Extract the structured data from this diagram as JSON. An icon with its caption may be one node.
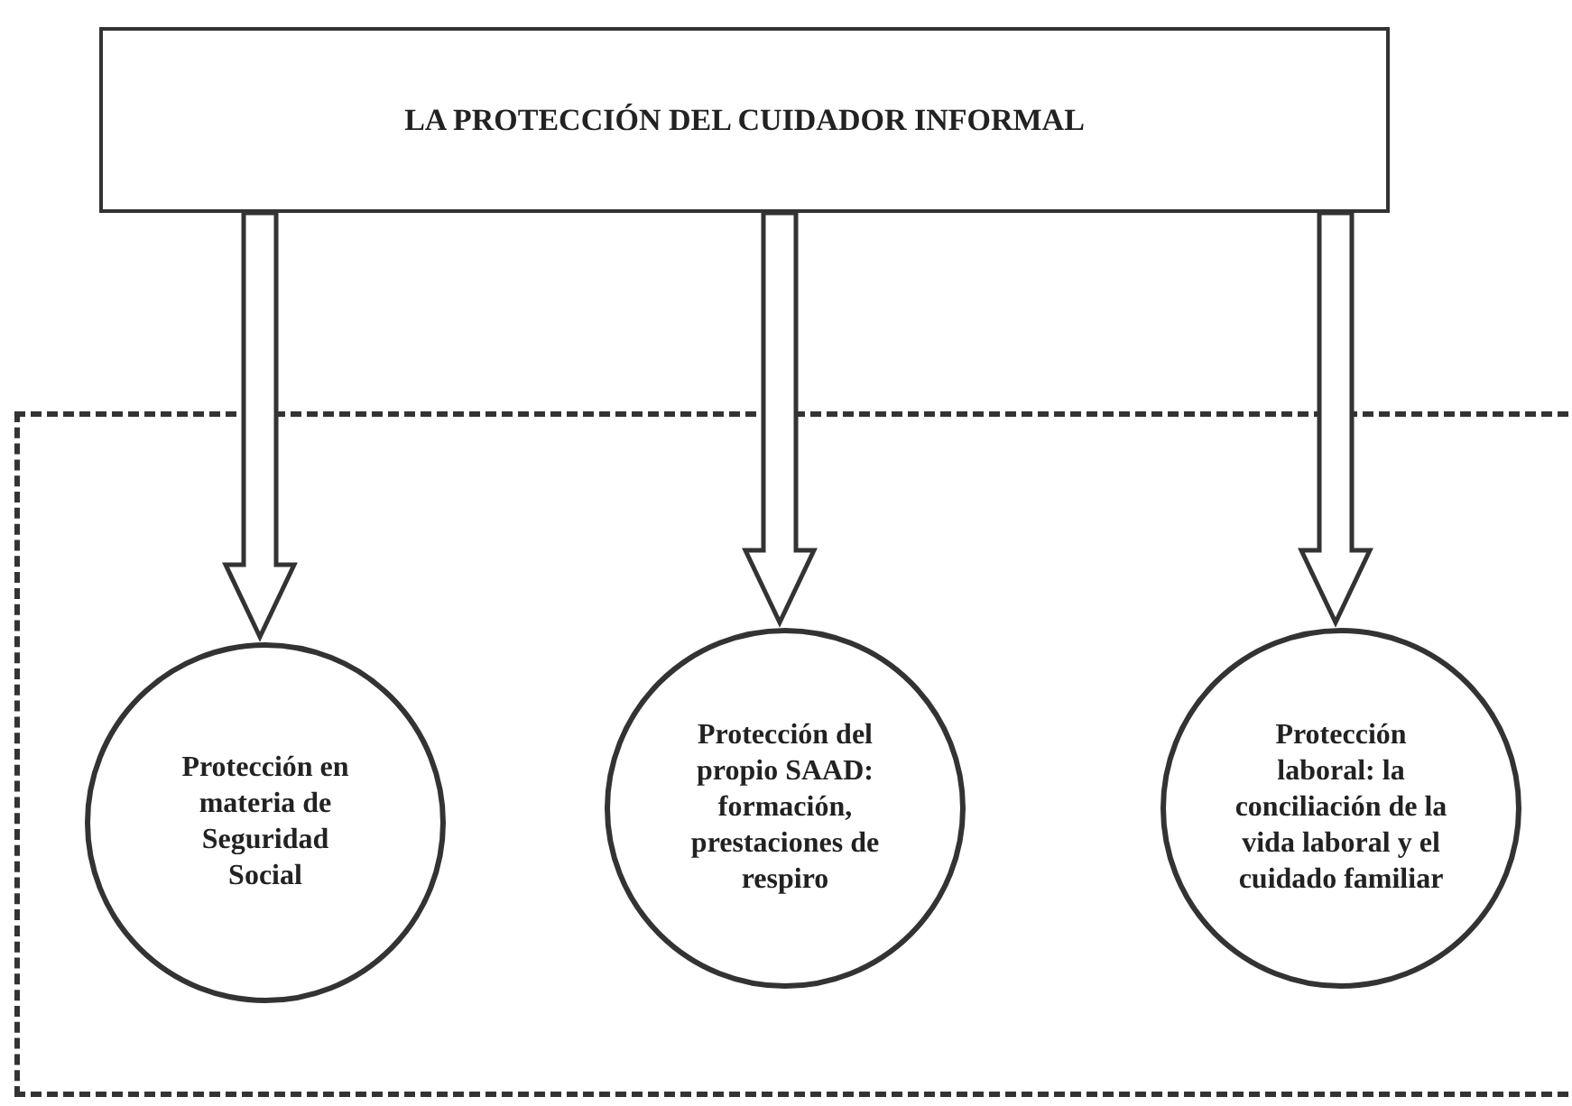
{
  "diagram": {
    "nodes": [
      {
        "text": [
          "LA PROTECCIÓN DEL CUIDADOR INFORMAL"
        ]
      },
      {
        "text": [],
        "shape": "box"
      },
      {
        "text": [
          "Protección en materia de Seguridad Social"
        ],
        "in": 1
      },
      {
        "text": [
          "Protección del propio SAAD: formación, prestaciones de respiro"
        ],
        "in": 1
      },
      {
        "text": [
          "Protección laboral: la conciliación de la vida laboral y el cuidado familiar"
        ],
        "in": 1
      }
    ],
    "edges": [
      {
        "from": 0,
        "to": 2,
        "arrow": "to"
      },
      {
        "from": 0,
        "to": 3,
        "arrow": "to"
      },
      {
        "from": 0,
        "to": 4,
        "arrow": "to"
      }
    ]
  }
}
